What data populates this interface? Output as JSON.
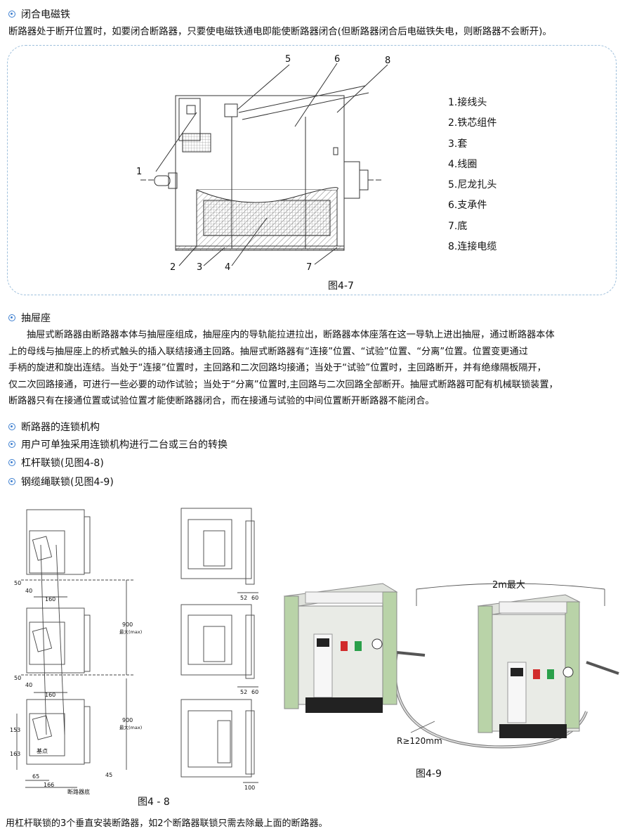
{
  "section1": {
    "heading": "闭合电磁铁",
    "text": "断路器处于断开位置时，如要闭合断路器，只要使电磁铁通电即能使断路器闭合(但断路器闭合后电磁铁失电，则断路器不会断开)。"
  },
  "figure47": {
    "caption": "图4-7",
    "callouts": [
      "1",
      "2",
      "3",
      "4",
      "5",
      "6",
      "7",
      "8"
    ],
    "legend": [
      "1.接线头",
      "2.铁芯组件",
      "3.套",
      "4.线圈",
      "5.尼龙扎头",
      "6.支承件",
      "7.底",
      "8.连接电缆"
    ]
  },
  "section2": {
    "heading": "抽屉座",
    "lines": [
      "抽屉式断路器由断路器本体与抽屉座组成，抽屉座内的导轨能拉进拉出，断路器本体座落在这一导轨上进出抽屉，通过断路器本体",
      "上的母线与抽屉座上的桥式触头的插入联结接通主回路。抽屉式断路器有“连接”位置、“试验”位置、“分离”位置。位置变更通过",
      "手柄的旋进和旋出连结。当处于“连接”位置时，主回路和二次回路均接通；当处于“试验”位置时，主回路断开，并有绝缘隔板隔开，",
      "仅二次回路接通，可进行一些必要的动作试验；当处于“分离”位置时,主回路与二次回路全部断开。抽屉式断路器可配有机械联锁装置，",
      "断路器只有在接通位置或试验位置才能使断路器闭合，而在接通与试验的中间位置断开断路器不能闭合。"
    ]
  },
  "headings": {
    "h3": "断路器的连锁机构",
    "h4": "用户可单独采用连锁机构进行二台或三台的转换",
    "h5": "杠杆联锁(见图4-8)",
    "h6": "钢缆绳联锁(见图4-9)"
  },
  "figure48": {
    "caption": "图4 - 8",
    "dims": {
      "d50a": "50",
      "d40a": "40",
      "d160a": "160",
      "d900a": "900",
      "dmax_a": "最大(max)",
      "d50b": "50",
      "d40b": "40",
      "d160b": "160",
      "d900b": "900",
      "dmax_b": "最大(max)",
      "d153": "153",
      "d163": "163",
      "base_point": "基点",
      "d65": "65",
      "d166": "166",
      "d45": "45",
      "breaker_bottom": "断路器底",
      "d52a": "52",
      "d60a": "60",
      "d52b": "52",
      "d60b": "60",
      "d100": "100"
    }
  },
  "figure49": {
    "caption": "图4-9",
    "distance_label": "2m最大",
    "radius_label": "R≥120mm"
  },
  "footnote": "用杠杆联锁的3个垂直安装断路器，如2个断路器联锁只需去除最上面的断路器。",
  "colors": {
    "bullet": "#3d7fd0",
    "dash_border": "#9fc0dc",
    "breaker_body": "#e9ebe6",
    "breaker_green": "#b9d3a8"
  }
}
